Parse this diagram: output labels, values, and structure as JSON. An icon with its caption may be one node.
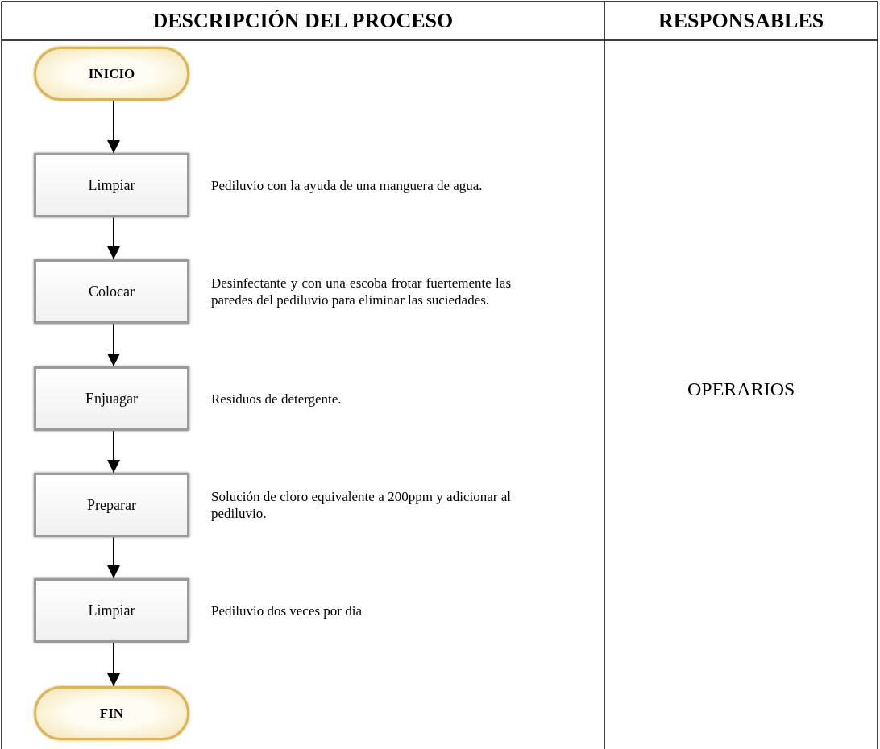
{
  "diagram": {
    "nodes": [
      {
        "text": [
          "INICIO"
        ]
      },
      {
        "text": [
          "Limpiar"
        ],
        "beside": [
          "Pediluvio con la ayuda de una manguera de agua."
        ]
      },
      {
        "text": [
          "Colocar"
        ],
        "beside": [
          "Desinfectante y con una escoba frotar fuertemente las paredes del pediluvio para eliminar las suciedades."
        ]
      },
      {
        "text": [
          "Enjuagar"
        ],
        "beside": [
          "Residuos de detergente."
        ]
      },
      {
        "text": [
          "Preparar"
        ],
        "beside": [
          "Solución de cloro equivalente a 200ppm y adicionar al pediluvio."
        ]
      },
      {
        "text": [
          "Limpiar"
        ],
        "beside": [
          "Pediluvio dos veces por dia"
        ]
      },
      {
        "text": [
          "FIN"
        ]
      }
    ],
    "edges": [
      {
        "from": 0,
        "to": 1,
        "arrow": "to"
      },
      {
        "from": 1,
        "to": 2,
        "arrow": "to"
      },
      {
        "from": 2,
        "to": 3,
        "arrow": "to"
      },
      {
        "from": 3,
        "to": 4,
        "arrow": "to"
      },
      {
        "from": 4,
        "to": 5,
        "arrow": "to"
      },
      {
        "from": 5,
        "to": 6,
        "arrow": "to"
      }
    ],
    "labels": [
      "DESCRIPCIÓN DEL PROCESO",
      "RESPONSABLES",
      "OPERARIOS"
    ]
  }
}
